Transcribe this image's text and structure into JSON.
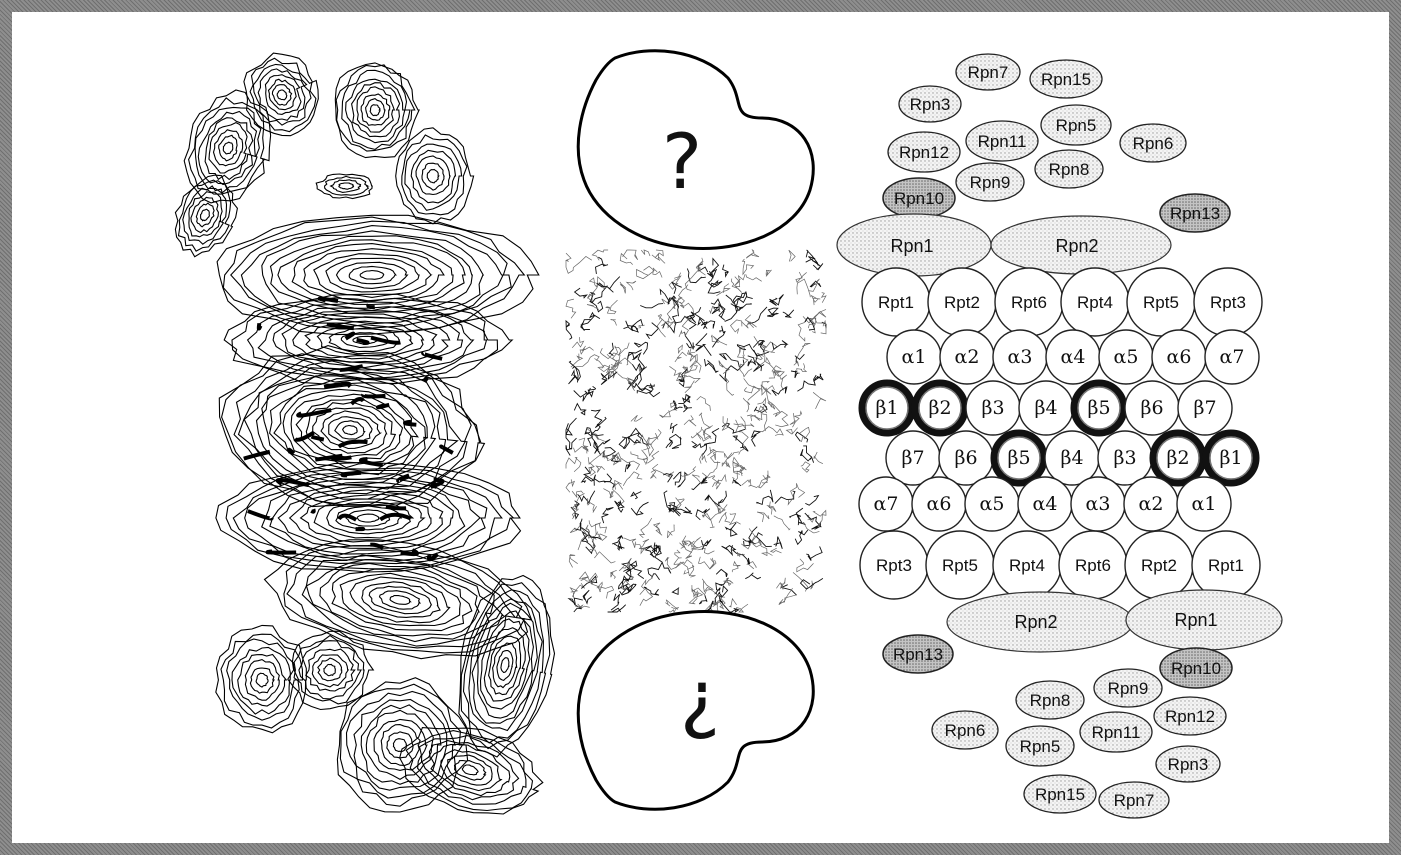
{
  "panels": {
    "left": {
      "description_icon": "contour-density-map"
    },
    "middle": {
      "top_cap_text": "?",
      "bottom_cap_text": "¿",
      "core_icon": "atomic-model-squiggle"
    },
    "right": {
      "top_cap": {
        "rpn": [
          "Rpn7",
          "Rpn15",
          "Rpn3",
          "Rpn5",
          "Rpn11",
          "Rpn6",
          "Rpn12",
          "Rpn8",
          "Rpn9",
          "Rpn10",
          "Rpn13"
        ],
        "large": [
          "Rpn1",
          "Rpn2"
        ],
        "rpt": [
          "Rpt1",
          "Rpt2",
          "Rpt6",
          "Rpt4",
          "Rpt5",
          "Rpt3"
        ]
      },
      "alpha_top": [
        "α1",
        "α2",
        "α3",
        "α4",
        "α5",
        "α6",
        "α7"
      ],
      "beta_top": [
        "β1",
        "β2",
        "β3",
        "β4",
        "β5",
        "β6",
        "β7"
      ],
      "beta_bottom": [
        "β7",
        "β6",
        "β5",
        "β4",
        "β3",
        "β2",
        "β1"
      ],
      "alpha_bottom": [
        "α7",
        "α6",
        "α5",
        "α4",
        "α3",
        "α2",
        "α1"
      ],
      "bottom_cap": {
        "rpt": [
          "Rpt3",
          "Rpt5",
          "Rpt4",
          "Rpt6",
          "Rpt2",
          "Rpt1"
        ],
        "large": [
          "Rpn2",
          "Rpn1"
        ],
        "rpn": [
          "Rpn13",
          "Rpn10",
          "Rpn9",
          "Rpn8",
          "Rpn12",
          "Rpn11",
          "Rpn6",
          "Rpn5",
          "Rpn3",
          "Rpn15",
          "Rpn7"
        ]
      },
      "colors": {
        "active_beta_ring": "#111111",
        "shaded_subunit": "#b9b9b9",
        "light_fill": "#ededed"
      }
    }
  }
}
